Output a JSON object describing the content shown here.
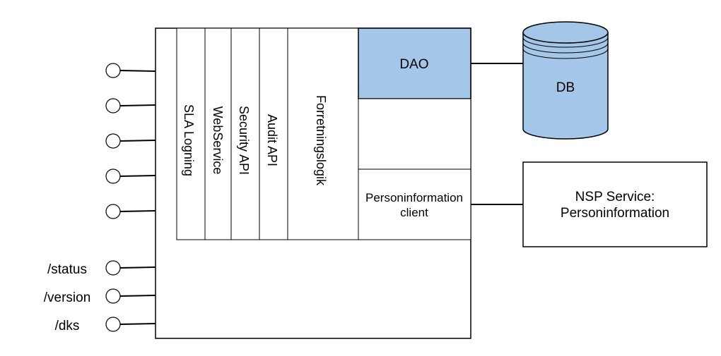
{
  "colors": {
    "blue_fill": "#a4c6e9",
    "stroke": "#000000",
    "background": "#ffffff"
  },
  "layers": {
    "sla": "SLA Logning",
    "webservice": "WebService",
    "security": "Security API",
    "audit": "Audit API",
    "business": "Forretningslogik"
  },
  "components": {
    "dao": "DAO",
    "client_line1": "Personinformation",
    "client_line2": "client"
  },
  "db": {
    "label": "DB"
  },
  "nsp": {
    "line1": "NSP Service:",
    "line2": "Personinformation"
  },
  "endpoints": {
    "status": "/status",
    "version": "/version",
    "dks": "/dks"
  }
}
